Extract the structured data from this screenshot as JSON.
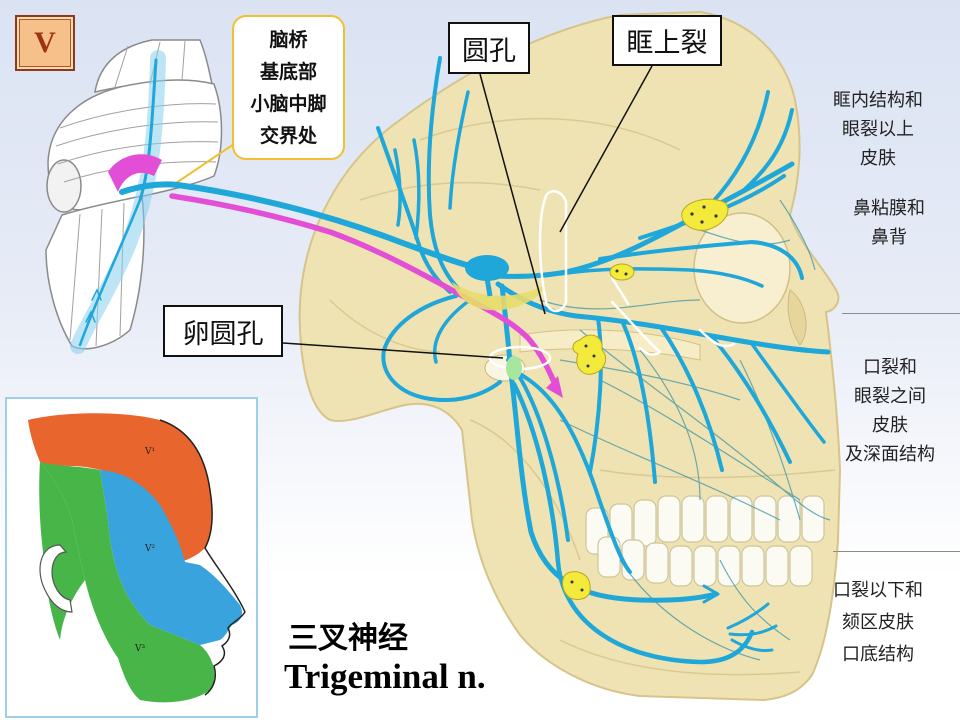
{
  "slide": {
    "badge": "V",
    "pons_callout": [
      "脑桥",
      "基底部",
      "小脑中脚",
      "交界处"
    ],
    "labels": {
      "foramen_rotundum": "圆孔",
      "superior_orbital_fissure": "眶上裂",
      "foramen_ovale": "卵圆孔"
    },
    "distribution": [
      {
        "lines": [
          "眶内结构和",
          "眼裂以上",
          "皮肤"
        ]
      },
      {
        "lines": [
          "鼻粘膜和",
          "鼻背"
        ]
      },
      {
        "lines": [
          "口裂和",
          "眼裂之间",
          "皮肤",
          "及深面结构"
        ]
      },
      {
        "lines": [
          "口裂以下和",
          "颏区皮肤",
          "口底结构"
        ]
      }
    ],
    "face_map_labels": [
      "V¹",
      "V²",
      "V³"
    ],
    "title_cn": "三叉神经",
    "title_en": "Trigeminal n."
  },
  "colors": {
    "nerve": "#1fa7d9",
    "motor_root": "#e24fd6",
    "skull": "#f0e3b3",
    "ganglion": "#f3ea3c",
    "callout_border": "#f0c030",
    "v1_region": "#e8652d",
    "v2_region": "#39a3dd",
    "v3_region": "#47b547",
    "inset_border": "#9dd0e8"
  }
}
